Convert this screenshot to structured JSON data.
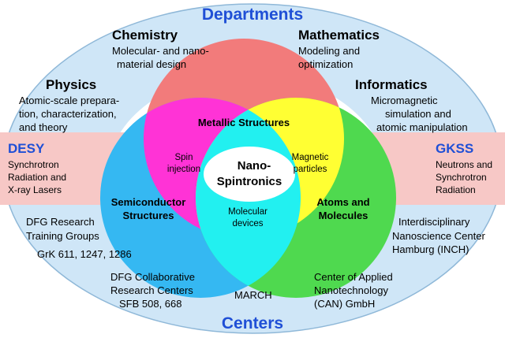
{
  "title_top": "Departments",
  "title_bottom": "Centers",
  "departments": {
    "chemistry": {
      "name": "Chemistry",
      "desc": [
        "Molecular- and nano-",
        "material design"
      ]
    },
    "mathematics": {
      "name": "Mathematics",
      "desc": [
        "Modeling and",
        "optimization"
      ]
    },
    "physics": {
      "name": "Physics",
      "desc": [
        "Atomic-scale prepara-",
        "tion, characterization,",
        "and theory"
      ]
    },
    "informatics": {
      "name": "Informatics",
      "desc": [
        "Micromagnetic",
        "simulation and",
        "atomic manipulation"
      ]
    }
  },
  "side": {
    "desy": {
      "name": "DESY",
      "desc": [
        "Synchrotron",
        "Radiation and",
        "X-ray Lasers"
      ]
    },
    "gkss": {
      "name": "GKSS",
      "desc": [
        "Neutrons and",
        "Synchrotron",
        "Radiation"
      ]
    }
  },
  "circles": {
    "metallic": [
      "Metallic Structures"
    ],
    "semiconductor": [
      "Semiconductor",
      "Structures"
    ],
    "atoms": [
      "Atoms and",
      "Molecules"
    ]
  },
  "overlaps": {
    "spin": [
      "Spin",
      "injection"
    ],
    "magnetic": [
      "Magnetic",
      "particles"
    ],
    "molecular": [
      "Molecular",
      "devices"
    ]
  },
  "core": [
    "Nano-",
    "Spintronics"
  ],
  "centers": {
    "dfg_rtg": [
      "DFG Research",
      "Training Groups",
      "GrK 611, 1247, 1286"
    ],
    "dfg_crc": [
      "DFG Collaborative",
      "Research Centers",
      "SFB 508, 668"
    ],
    "march": [
      "MARCH"
    ],
    "can": [
      "Center of Applied",
      "Nanotechnology",
      "(CAN) GmbH"
    ],
    "inch": [
      "Interdisciplinary",
      "Nanoscience Center",
      "Hamburg (INCH)"
    ]
  },
  "colors": {
    "outer_fill": "#cfe6f7",
    "outer_stroke": "#8fb8d8",
    "band": "#f7c8c6",
    "metallic": "#f27b7b",
    "semiconductor": "#35b8f2",
    "atoms": "#4fd94f",
    "magenta": "#ff33d6",
    "yellow": "#ffff33",
    "cyan": "#22f0f0",
    "title": "#1f4fd6"
  }
}
